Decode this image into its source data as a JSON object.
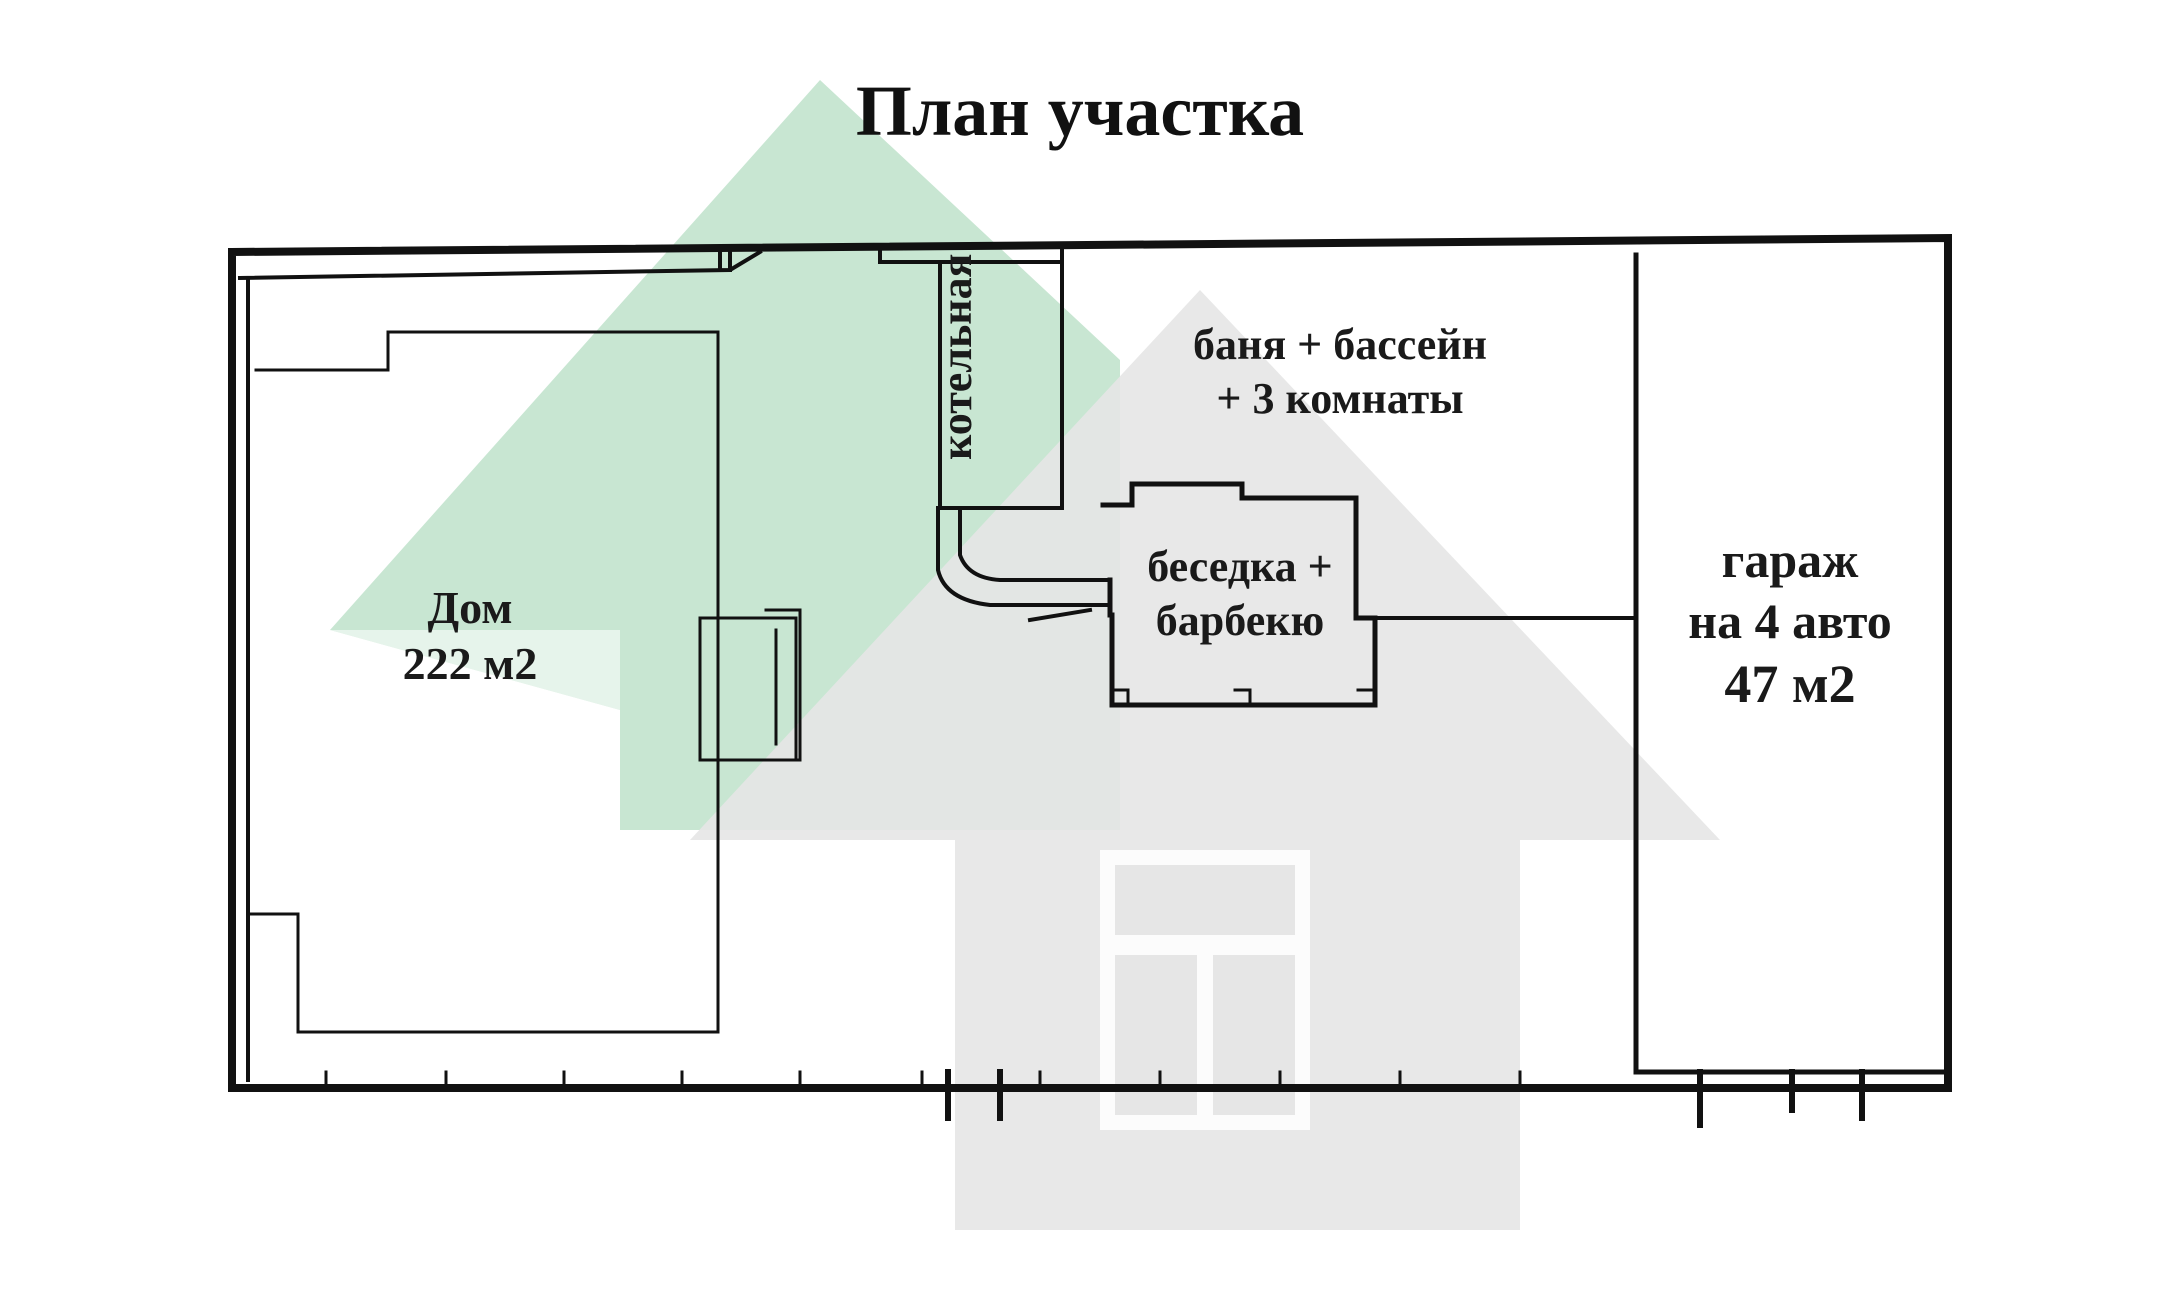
{
  "title": "План участка",
  "rooms": {
    "house": {
      "name": "Дом",
      "area": "222 м2"
    },
    "boiler": {
      "name": "котельная"
    },
    "bathhouse": {
      "line1": "баня + бассейн",
      "line2": "+ 3 комнаты"
    },
    "gazebo": {
      "line1": "беседка +",
      "line2": "барбекю"
    },
    "garage": {
      "line1": "гараж",
      "line2": "на 4 авто",
      "area": "47 м2"
    }
  },
  "colors": {
    "watermark_green": "#c8e6d2",
    "watermark_gray": "#e6e6e6",
    "wall": "#111111"
  },
  "icons": {
    "watermark": "house-logo-icon"
  }
}
